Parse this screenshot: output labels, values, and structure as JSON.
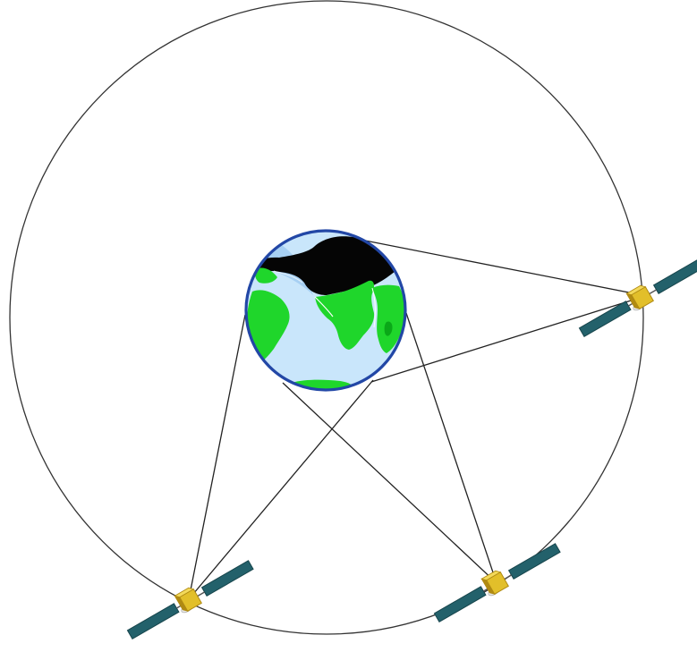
{
  "diagram": {
    "elements": [
      {
        "name": "orbit-ring",
        "kind": "orbit"
      },
      {
        "name": "earth-globe-icon",
        "kind": "planet"
      },
      {
        "name": "satellite-right-icon",
        "kind": "satellite"
      },
      {
        "name": "satellite-bottom-left-icon",
        "kind": "satellite"
      },
      {
        "name": "satellite-bottom-right-icon",
        "kind": "satellite"
      }
    ],
    "satellite_count": 3
  },
  "colors": {
    "orbit": "#333333",
    "link_line": "#222222",
    "ocean": "#c9e6fb",
    "ocean_light": "#a7d0f3",
    "land": "#1fd62b",
    "land_dark": "#0aa818",
    "night_side": "#050505",
    "globe_rim": "#2247a6",
    "solar_panel": "#23616b",
    "solar_panel_edge": "#17454c",
    "satellite_body": "#e2bf2a",
    "satellite_body_dark": "#b08a12",
    "antenna": "#e8e8e8"
  }
}
